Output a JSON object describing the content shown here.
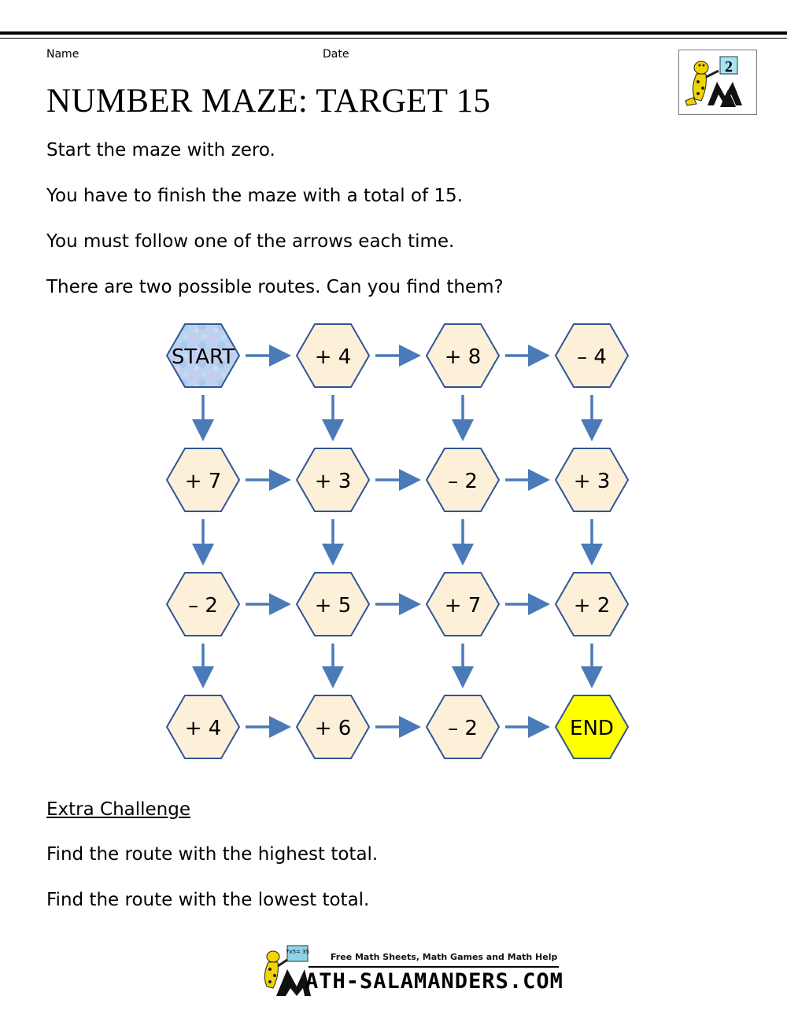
{
  "header": {
    "name_label": "Name",
    "date_label": "Date",
    "title": "NUMBER MAZE: TARGET 15",
    "badge": "2"
  },
  "instructions": [
    "Start the maze with zero.",
    "You have to finish the maze with a total of 15.",
    "You must follow one of the arrows each time.",
    "There are two possible routes. Can you find them?"
  ],
  "maze": {
    "rows": [
      [
        "START",
        "+ 4",
        "+ 8",
        "– 4"
      ],
      [
        "+ 7",
        "+ 3",
        "– 2",
        "+ 3"
      ],
      [
        "– 2",
        "+ 5",
        "+ 7",
        "+ 2"
      ],
      [
        "+ 4",
        "+ 6",
        "– 2",
        "END"
      ]
    ],
    "colors": {
      "cell_fill": "#fdf0d8",
      "cell_stroke": "#2f5597",
      "start_fill": "#bcd3f0",
      "end_fill": "#ffff00",
      "arrow": "#4a7ab8"
    }
  },
  "extra": {
    "heading": "Extra Challenge",
    "lines": [
      "Find the route with the highest total.",
      "Find the route with the lowest total."
    ]
  },
  "footer": {
    "tagline": "Free Math Sheets, Math Games and Math Help",
    "site": "ATH-SALAMANDERS.COM",
    "logo_badge": "7x5= 35"
  }
}
